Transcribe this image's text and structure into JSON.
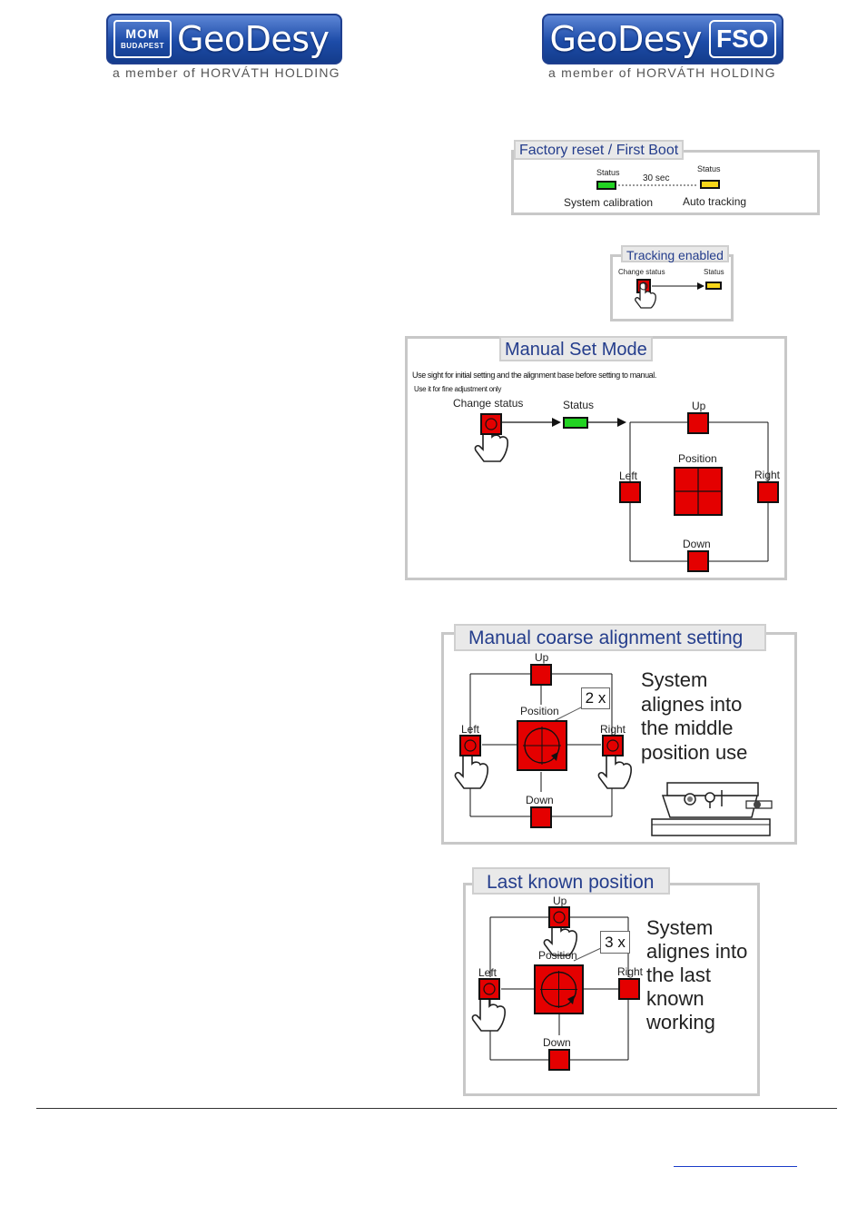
{
  "logos": {
    "left": {
      "badge_main": "MOM",
      "badge_sub": "BUDAPEST",
      "word": "GeoDesy",
      "tagline": "a member of HORVÁTH HOLDING"
    },
    "right": {
      "word": "GeoDesy",
      "badge": "FSO",
      "tagline": "a member of HORVÁTH HOLDING"
    }
  },
  "factory_reset": {
    "title": "Factory reset / First Boot",
    "status_left": "Status",
    "status_right": "Status",
    "timer": "30 sec",
    "caption_left": "System calibration",
    "caption_right": "Auto tracking"
  },
  "tracking_enabled": {
    "title": "Tracking enabled",
    "change_status": "Change status",
    "status": "Status"
  },
  "manual_set_mode": {
    "title": "Manual Set Mode",
    "note_1": "Use sight for initial setting and the alignment base before setting to manual.",
    "note_2": "Use it for fine adjustment only",
    "change_status": "Change status",
    "status": "Status",
    "up": "Up",
    "down": "Down",
    "left": "Left",
    "right": "Right",
    "position": "Position"
  },
  "coarse_alignment": {
    "title": "Manual coarse alignment setting",
    "up": "Up",
    "down": "Down",
    "left": "Left",
    "right": "Right",
    "position": "Position",
    "press_count": "2 x",
    "description": [
      "System",
      "alignes into",
      "the middle",
      "position use"
    ]
  },
  "last_known": {
    "title": "Last known position",
    "up": "Up",
    "down": "Down",
    "left": "Left",
    "right": "Right",
    "position": "Position",
    "press_count": "3 x",
    "description": [
      "System",
      "alignes into",
      "the last",
      "known",
      "working"
    ]
  },
  "colors": {
    "title_blue": "#243d8c",
    "button_red": "#e40000",
    "led_green": "#22d322",
    "led_yellow": "#f7d61a",
    "logo_blue": "#1d4ca8"
  }
}
